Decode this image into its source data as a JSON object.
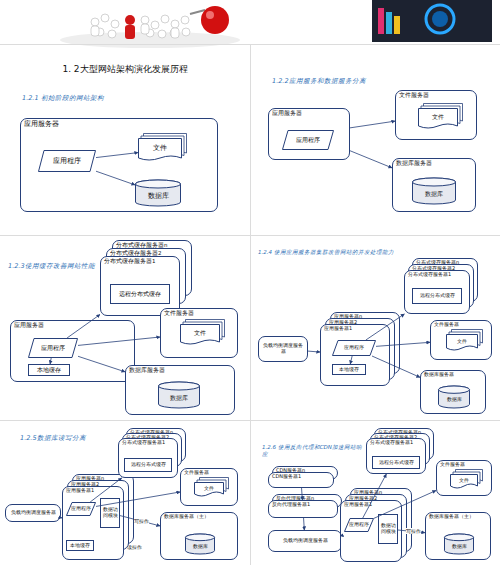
{
  "diagram": {
    "title": "1. 2大型网站架构演化发展历程",
    "nodes": [
      {
        "text": [
          "应用服务器"
        ]
      },
      {
        "text": [
          "应用程序"
        ],
        "in": 0
      },
      {
        "text": [
          "文件"
        ],
        "in": 0
      },
      {
        "text": [
          "数据库"
        ],
        "in": 0
      },
      {
        "text": [
          "应用服务器"
        ]
      },
      {
        "text": [
          "应用程序"
        ],
        "in": 4
      },
      {
        "text": [
          "文件服务器"
        ]
      },
      {
        "text": [
          "文件"
        ],
        "in": 6
      },
      {
        "text": [
          "数据库服务器"
        ]
      },
      {
        "text": [
          "数据库"
        ],
        "in": 8
      },
      {
        "text": [
          "分布式缓存服务器n"
        ]
      },
      {
        "text": [
          "分布式缓存服务器2"
        ]
      },
      {
        "text": [
          "分布式缓存服务器1"
        ]
      },
      {
        "text": [
          "远程分布式缓存"
        ],
        "in": 12
      },
      {
        "text": [
          "应用服务器"
        ]
      },
      {
        "text": [
          "应用程序"
        ],
        "in": 14
      },
      {
        "text": [
          "本地缓存"
        ],
        "in": 14
      },
      {
        "text": [
          "文件服务器"
        ]
      },
      {
        "text": [
          "文件"
        ],
        "in": 17
      },
      {
        "text": [
          "数据库服务器"
        ]
      },
      {
        "text": [
          "数据库"
        ],
        "in": 19
      },
      {
        "text": [
          "负载均衡调度服务器"
        ]
      },
      {
        "text": [
          "应用服务器n"
        ]
      },
      {
        "text": [
          "应用服务器2"
        ]
      },
      {
        "text": [
          "应用服务器1"
        ]
      },
      {
        "text": [
          "应用程序"
        ],
        "in": 24
      },
      {
        "text": [
          "本地缓存"
        ],
        "in": 24
      },
      {
        "text": [
          "分布式缓存服务器n"
        ]
      },
      {
        "text": [
          "分布式缓存服务器2"
        ]
      },
      {
        "text": [
          "分布式缓存服务器1"
        ]
      },
      {
        "text": [
          "远程分布式缓存"
        ],
        "in": 29
      },
      {
        "text": [
          "文件服务器"
        ]
      },
      {
        "text": [
          "文件"
        ],
        "in": 31
      },
      {
        "text": [
          "数据库服务器"
        ]
      },
      {
        "text": [
          "数据库"
        ],
        "in": 33
      },
      {
        "text": [
          "负载均衡调度服务器"
        ]
      },
      {
        "text": [
          "应用服务器n"
        ]
      },
      {
        "text": [
          "应用服务器2"
        ]
      },
      {
        "text": [
          "应用服务器1"
        ]
      },
      {
        "text": [
          "应用程序"
        ],
        "in": 38
      },
      {
        "text": [
          "本地缓存"
        ],
        "in": 38
      },
      {
        "text": [
          "数据访问模块"
        ],
        "in": 38
      },
      {
        "text": [
          "分布式缓存服务器n"
        ]
      },
      {
        "text": [
          "分布式缓存服务器2"
        ]
      },
      {
        "text": [
          "分布式缓存服务器1"
        ]
      },
      {
        "text": [
          "远程分布式缓存"
        ],
        "in": 44
      },
      {
        "text": [
          "文件服务器"
        ]
      },
      {
        "text": [
          "文件"
        ],
        "in": 46
      },
      {
        "text": [
          "数据库服务器（主）"
        ]
      },
      {
        "text": [
          "数据库"
        ],
        "in": 48
      },
      {
        "text": [
          "CDN服务器n"
        ]
      },
      {
        "text": [
          "CDN服务器1"
        ]
      },
      {
        "text": [
          "反向代理服务器n"
        ]
      },
      {
        "text": [
          "反向代理服务器1"
        ]
      },
      {
        "text": [
          "负载均衡调度服务器"
        ]
      },
      {
        "text": [
          "应用服务器n"
        ]
      },
      {
        "text": [
          "应用服务器2"
        ]
      },
      {
        "text": [
          "应用服务器1"
        ]
      },
      {
        "text": [
          "应用程序"
        ],
        "in": 57
      },
      {
        "text": [
          "数据访问模块"
        ],
        "in": 57
      },
      {
        "text": [
          "分布式缓存服务器n"
        ]
      },
      {
        "text": [
          "分布式缓存服务器2"
        ]
      },
      {
        "text": [
          "分布式缓存服务器1"
        ]
      },
      {
        "text": [
          "远程分布式缓存"
        ],
        "in": 62
      },
      {
        "text": [
          "文件服务器"
        ]
      },
      {
        "text": [
          "文件"
        ],
        "in": 64
      },
      {
        "text": [
          "数据库服务器（主）"
        ]
      },
      {
        "text": [
          "数据库"
        ],
        "in": 66
      }
    ],
    "edges": [
      {
        "from": 1,
        "to": 2,
        "arrow": "to"
      },
      {
        "from": 1,
        "to": 3,
        "arrow": "to"
      },
      {
        "from": 4,
        "to": 6,
        "arrow": "to"
      },
      {
        "from": 4,
        "to": 8,
        "arrow": "to"
      },
      {
        "from": 15,
        "to": 12,
        "arrow": "to"
      },
      {
        "from": 15,
        "to": 16,
        "arrow": "to"
      },
      {
        "from": 15,
        "to": 17,
        "arrow": "to"
      },
      {
        "from": 15,
        "to": 19,
        "arrow": "to"
      },
      {
        "from": 21,
        "to": 24,
        "arrow": "to"
      },
      {
        "from": 25,
        "to": 26,
        "arrow": "to"
      },
      {
        "from": 25,
        "to": 29,
        "arrow": "to"
      },
      {
        "from": 25,
        "to": 31,
        "arrow": "to"
      },
      {
        "from": 25,
        "to": 33,
        "arrow": "to"
      },
      {
        "from": 35,
        "to": 38,
        "arrow": "to"
      },
      {
        "from": 39,
        "to": 44,
        "arrow": "to"
      },
      {
        "from": 39,
        "to": 46,
        "arrow": "to"
      },
      {
        "from": 41,
        "to": 48,
        "label": "写操作",
        "arrow": "to"
      },
      {
        "from": 51,
        "to": 53,
        "arrow": "to"
      },
      {
        "from": 53,
        "to": 54,
        "arrow": "to"
      },
      {
        "from": 54,
        "to": 57,
        "arrow": "to"
      },
      {
        "from": 58,
        "to": 62,
        "arrow": "to"
      },
      {
        "from": 58,
        "to": 64,
        "arrow": "to"
      },
      {
        "from": 59,
        "to": 66,
        "label": "写操作",
        "arrow": "to"
      }
    ],
    "labels": [
      "1.2.1 初始阶段的网站架构",
      "1.2.2应用服务和数据服务分离",
      "1.2.3使用缓存改善网站性能",
      "1.2.4 使用应用服务器集群改善网站的并发处理能力",
      "1.2.5数据库读写分离",
      "1.2.6 使用反向代理和CDN加速网站响应",
      "读操作"
    ]
  }
}
